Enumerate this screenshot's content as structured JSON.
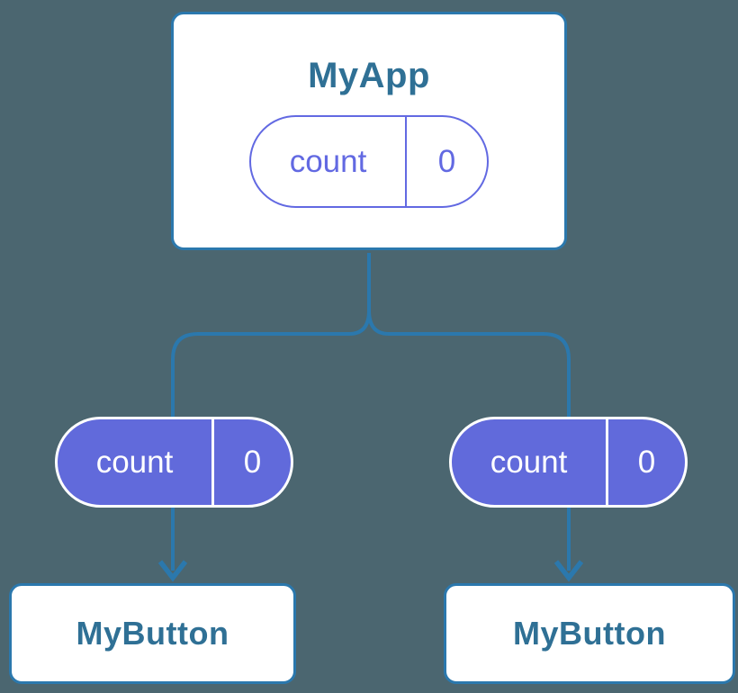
{
  "colors": {
    "background": "#4B6670",
    "connector_blue": "#2B78AD",
    "node_title_blue": "#2F7095",
    "pill_purple": "#616ADB",
    "pill_white": "#FFFFFF"
  },
  "tree": {
    "root": {
      "title": "MyApp",
      "state_pill": {
        "label": "count",
        "value": "0"
      }
    },
    "children": [
      {
        "title": "MyButton",
        "prop_pill": {
          "label": "count",
          "value": "0"
        }
      },
      {
        "title": "MyButton",
        "prop_pill": {
          "label": "count",
          "value": "0"
        }
      }
    ]
  }
}
